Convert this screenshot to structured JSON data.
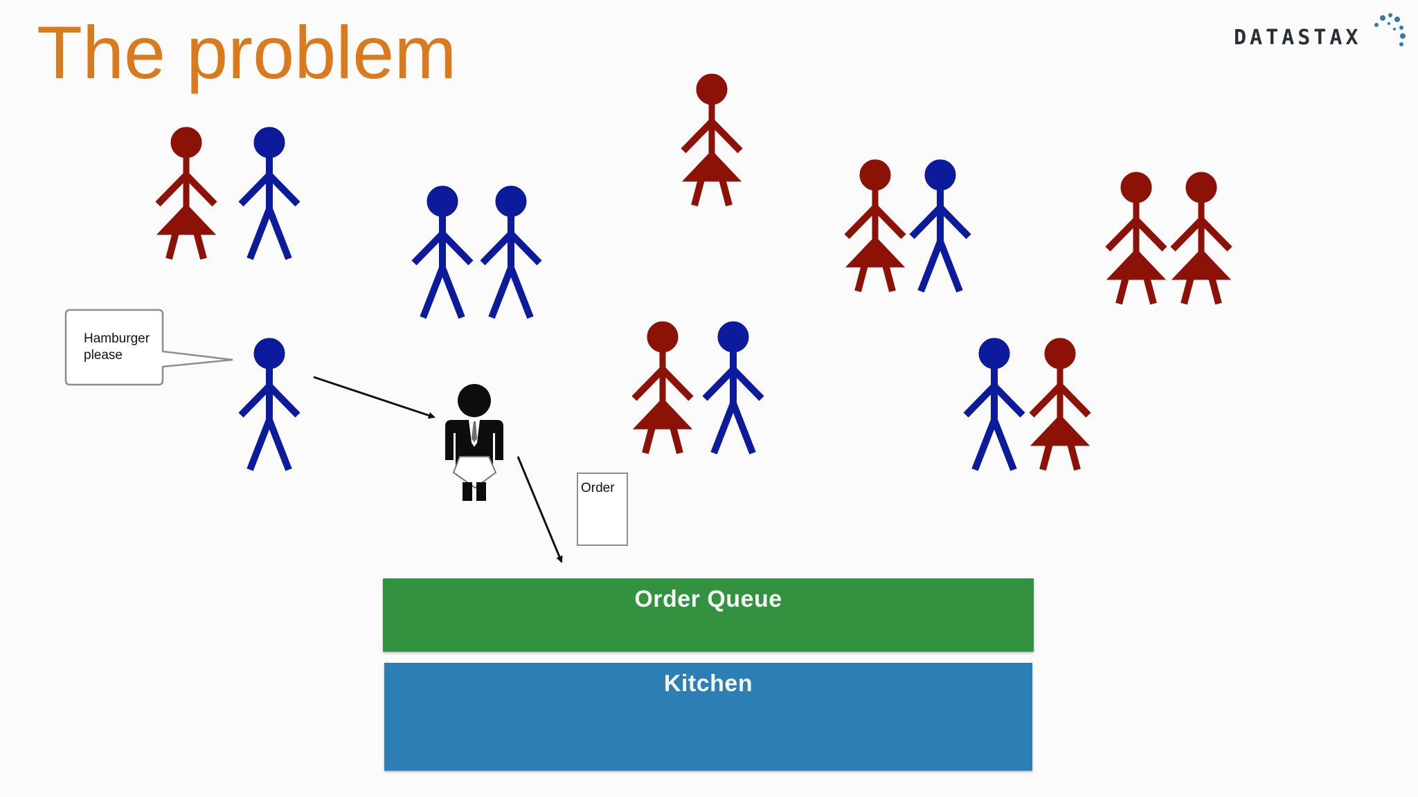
{
  "slide": {
    "title": "The problem",
    "logo_text": "DATASTAX"
  },
  "colors": {
    "female": "#8c1208",
    "male": "#0c1a9c",
    "waiter": "#0d0d0d",
    "queue": "#33923f",
    "kitchen": "#2c7eb4",
    "title": "#d97a1c",
    "logo_dots": "#2d7da8"
  },
  "diagram": {
    "speech": {
      "text": "Hamburger\nplease"
    },
    "order_card": {
      "text": "Order"
    },
    "queue": {
      "label": "Order Queue"
    },
    "kitchen": {
      "label": "Kitchen"
    }
  }
}
